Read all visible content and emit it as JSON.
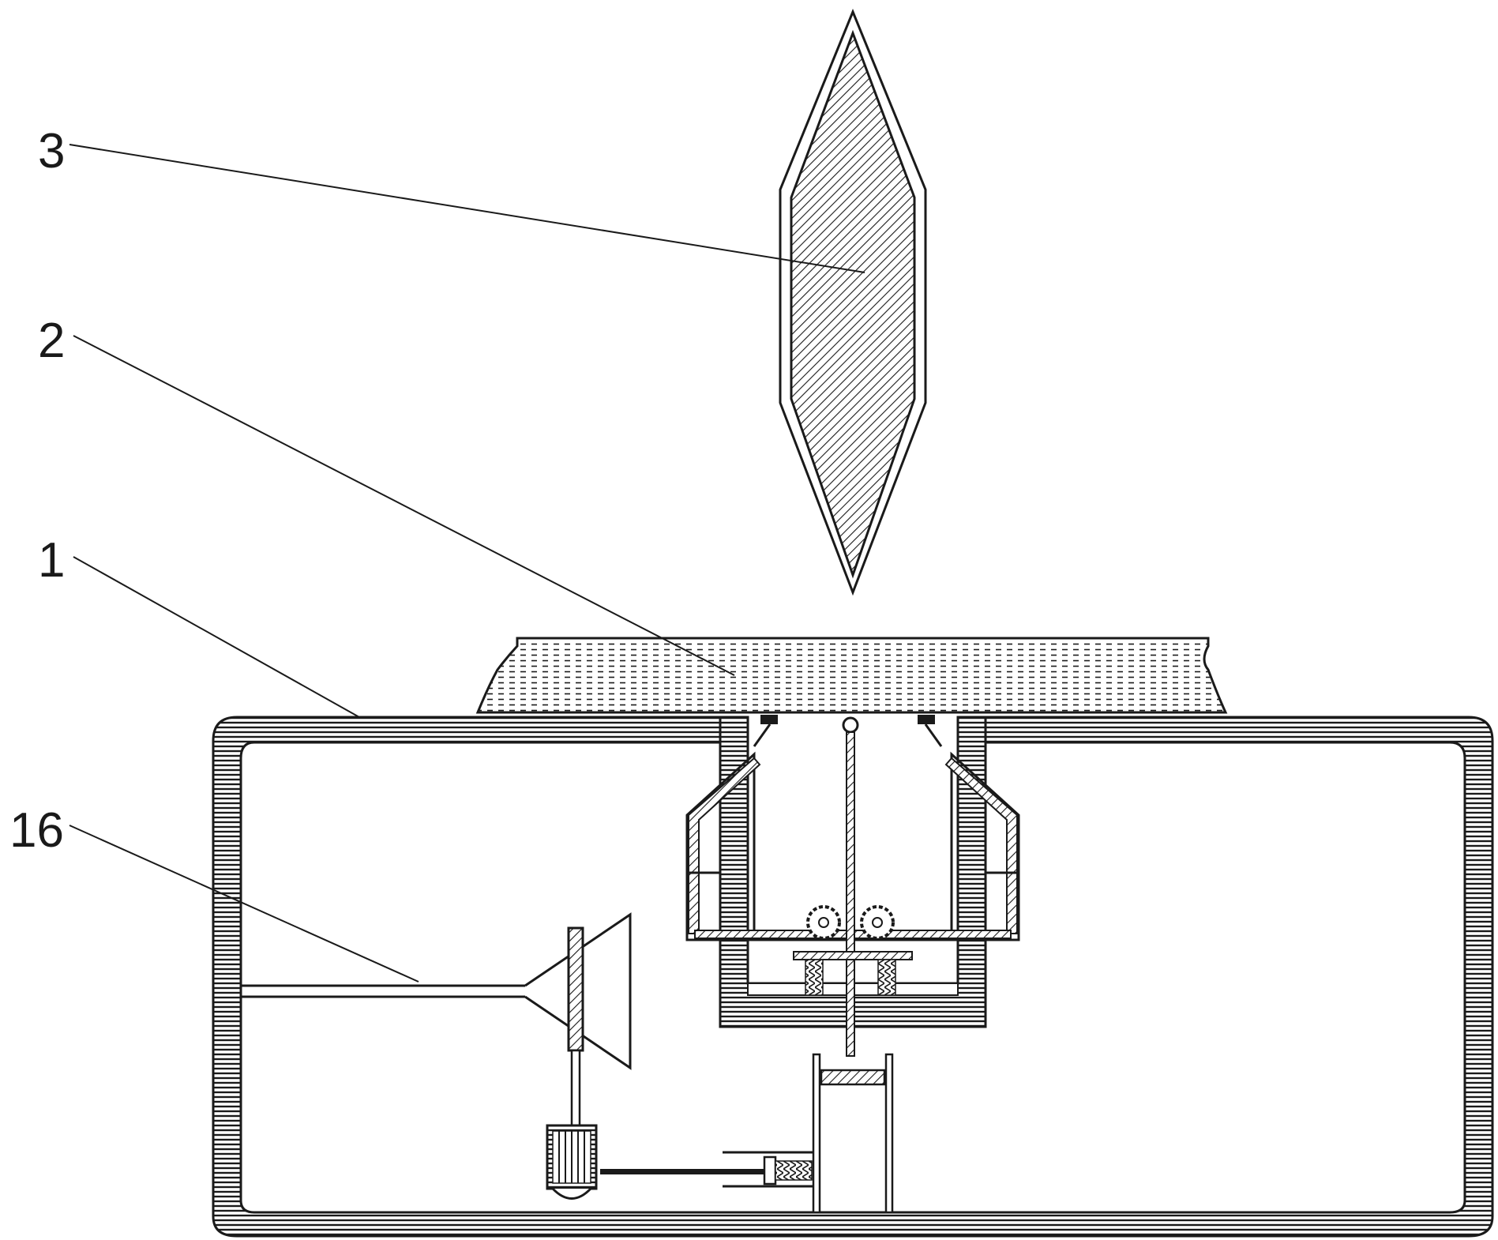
{
  "figure": {
    "labels": [
      {
        "id": "3",
        "text": "3"
      },
      {
        "id": "2",
        "text": "2"
      },
      {
        "id": "1",
        "text": "1"
      },
      {
        "id": "16",
        "text": "16"
      }
    ]
  },
  "colors": {
    "line": "#1a1a1a",
    "background": "#ffffff"
  }
}
